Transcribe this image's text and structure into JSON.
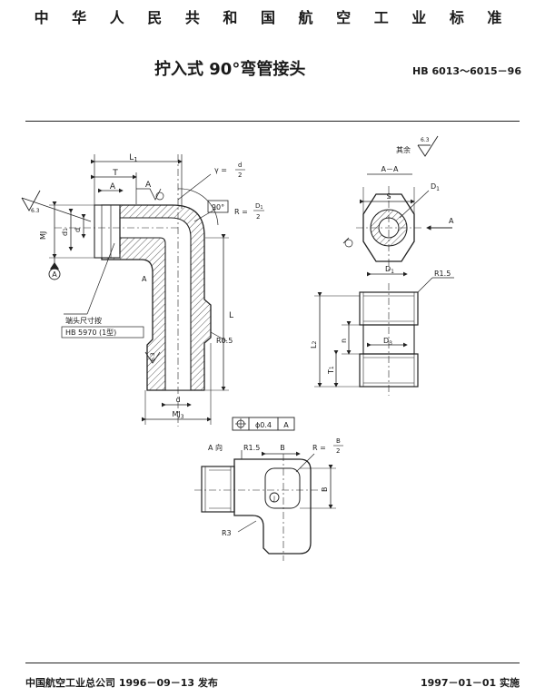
{
  "header": {
    "standard_title": "中 华 人 民 共 和 国 航 空 工 业 标 准"
  },
  "document": {
    "title": "拧入式 90°弯管接头",
    "code": "HB 6013～6015－96"
  },
  "footer": {
    "publisher": "中国航空工业总公司 1996－09－13 发布",
    "implement": "1997－01－01 实施"
  },
  "drawing": {
    "main_view": {
      "L1": "L",
      "L1_sub": "1",
      "T": "T",
      "A": "A",
      "L": "L",
      "gamma": "γ =",
      "gamma_num": "d",
      "gamma_den": "2",
      "angle": "90°",
      "R_D1": "R =",
      "R_D1_num": "D",
      "R_D1_num_sub": "1",
      "R_D1_den": "2",
      "R05": "R0.5",
      "MJ": "MJ",
      "d1": "d",
      "d1_sub": "1",
      "d": "d",
      "MJ3": "MJ",
      "MJ3_sub": "3",
      "datum": "A",
      "tol_value": "ϕ0.4",
      "tol_ref": "A",
      "note_line1": "端头尺寸按",
      "note_line2": "HB 5970 (1型)",
      "rough_1": "6.3",
      "rough_2": "6.3"
    },
    "section_view": {
      "label": "A－A",
      "S": "S",
      "D1": "D",
      "D1_sub": "1",
      "D1b": "D",
      "D1b_sub": "1",
      "D3": "D",
      "D3_sub": "3",
      "R15": "R1.5",
      "L2": "L",
      "L2_sub": "2",
      "n": "n",
      "T1": "T",
      "T1_sub": "1",
      "arrow_A": "A"
    },
    "rest": {
      "text": "其余",
      "value": "6.3"
    },
    "view_a": {
      "label": "A 向",
      "R15": "R1.5",
      "B": "B",
      "R_B": "R =",
      "R_B_num": "B",
      "R_B_den": "2",
      "B_side": "B",
      "R3": "R3",
      "J": "J"
    }
  }
}
